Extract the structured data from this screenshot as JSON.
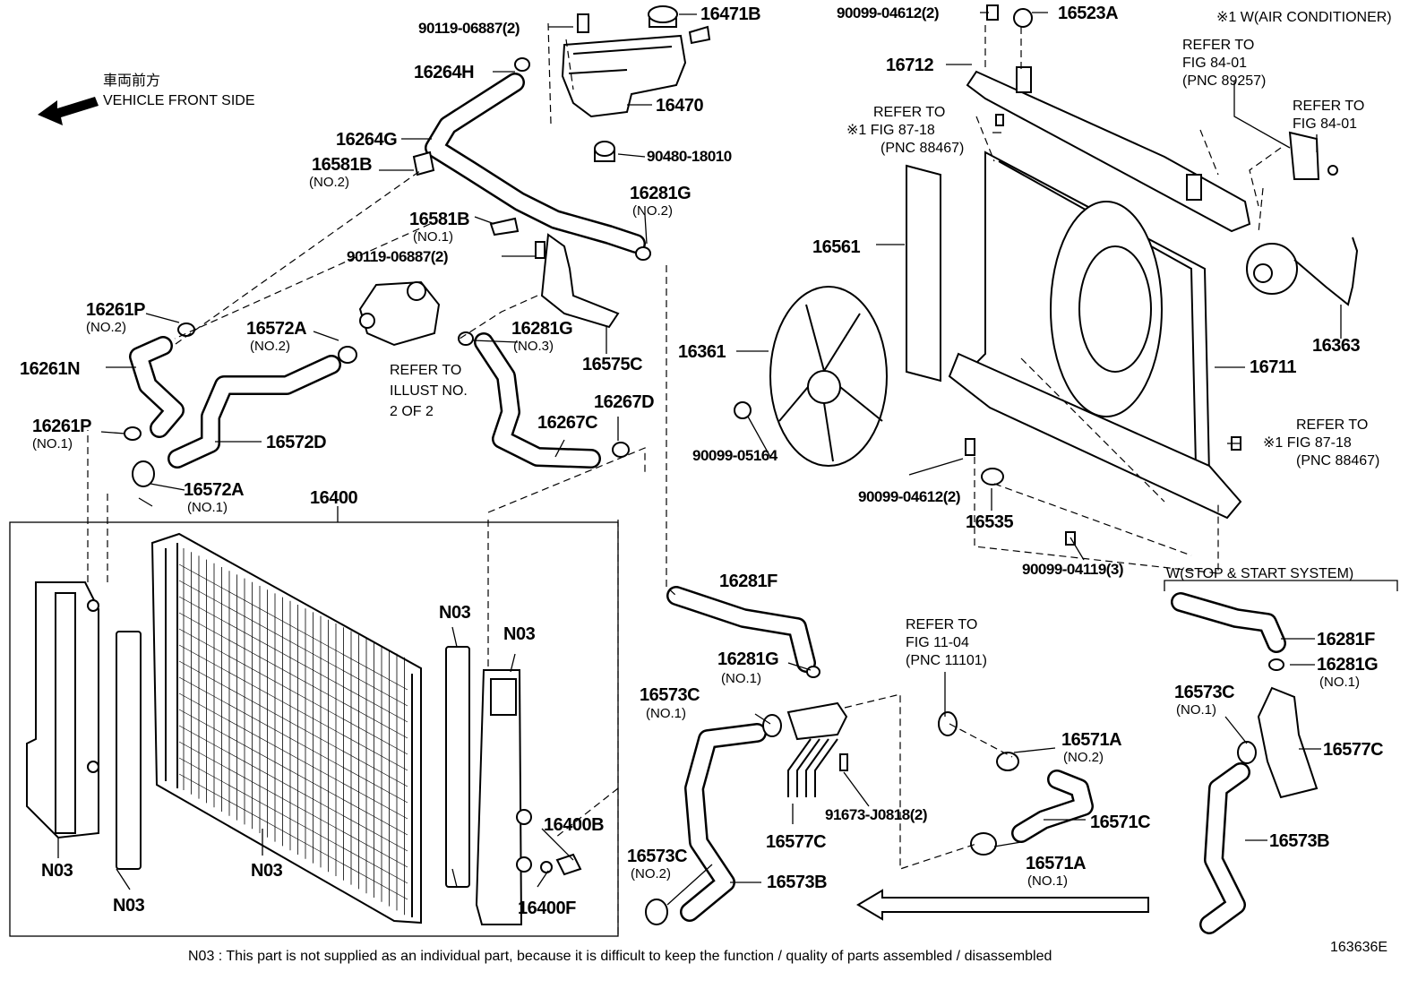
{
  "header": {
    "front_jp": "車両前方",
    "front_en": "VEHICLE FRONT SIDE",
    "note_aircon": "※1 W(AIR CONDITIONER)",
    "stop_start": "W(STOP & START SYSTEM)"
  },
  "parts": {
    "p90119_06887_top": "90119-06887(2)",
    "p16471B": "16471B",
    "p16264H": "16264H",
    "p16470": "16470",
    "p16264G": "16264G",
    "p90480_18010": "90480-18010",
    "p16581B_no2": "16581B",
    "p16581B_no1": "16581B",
    "p90119_06887_mid": "90119-06887(2)",
    "p16281G_no2": "16281G",
    "p16281G_no3": "16281G",
    "p16575C": "16575C",
    "p16261P_no2": "16261P",
    "p16261N": "16261N",
    "p16261P_no1": "16261P",
    "p16572A_no2": "16572A",
    "p16572D": "16572D",
    "p16572A_no1": "16572A",
    "p16267C": "16267C",
    "p16267D": "16267D",
    "p16400": "16400",
    "p90099_04612_top": "90099-04612(2)",
    "p16523A": "16523A",
    "p16712": "16712",
    "p16561": "16561",
    "p16361": "16361",
    "p90099_05164": "90099-05164",
    "p16711": "16711",
    "p16363": "16363",
    "p90099_04612_bot": "90099-04612(2)",
    "p16535": "16535",
    "p90099_04119": "90099-04119(3)",
    "p16281F": "16281F",
    "p16281G_no1": "16281G",
    "p16573C_no1": "16573C",
    "p16573C_no2": "16573C",
    "p16573B": "16573B",
    "p16577C": "16577C",
    "p91673_J0818": "91673-J0818(2)",
    "p16571A_no2": "16571A",
    "p16571C": "16571C",
    "p16571A_no1": "16571A",
    "p16400B": "16400B",
    "p16400F": "16400F",
    "n03": "N03",
    "r16281F": "16281F",
    "r16281G": "16281G",
    "r16573C": "16573C",
    "r16577C": "16577C",
    "r16573B": "16573B"
  },
  "subs": {
    "no1": "(NO.1)",
    "no2": "(NO.2)",
    "no3": "(NO.3)"
  },
  "refs": {
    "illust_1": "REFER TO",
    "illust_2": "ILLUST NO.",
    "illust_3": "2 OF 2",
    "fig8718_a1": "REFER TO",
    "fig8718_a2": "※1 FIG 87-18",
    "fig8718_a3": "(PNC 88467)",
    "fig8401_a1": "REFER TO",
    "fig8401_a2": "FIG 84-01",
    "fig8401_a3": "(PNC 89257)",
    "fig8401_b1": "REFER TO",
    "fig8401_b2": "FIG 84-01",
    "fig8718_b1": "REFER TO",
    "fig8718_b2": "※1 FIG 87-18",
    "fig8718_b3": "(PNC 88467)",
    "fig1104_1": "REFER TO",
    "fig1104_2": "FIG 11-04",
    "fig1104_3": "(PNC 11101)"
  },
  "footer": {
    "note": "N03 : This part is not supplied as an individual part, because it is difficult to keep the function / quality of parts assembled / disassembled",
    "figure_id": "163636E"
  }
}
